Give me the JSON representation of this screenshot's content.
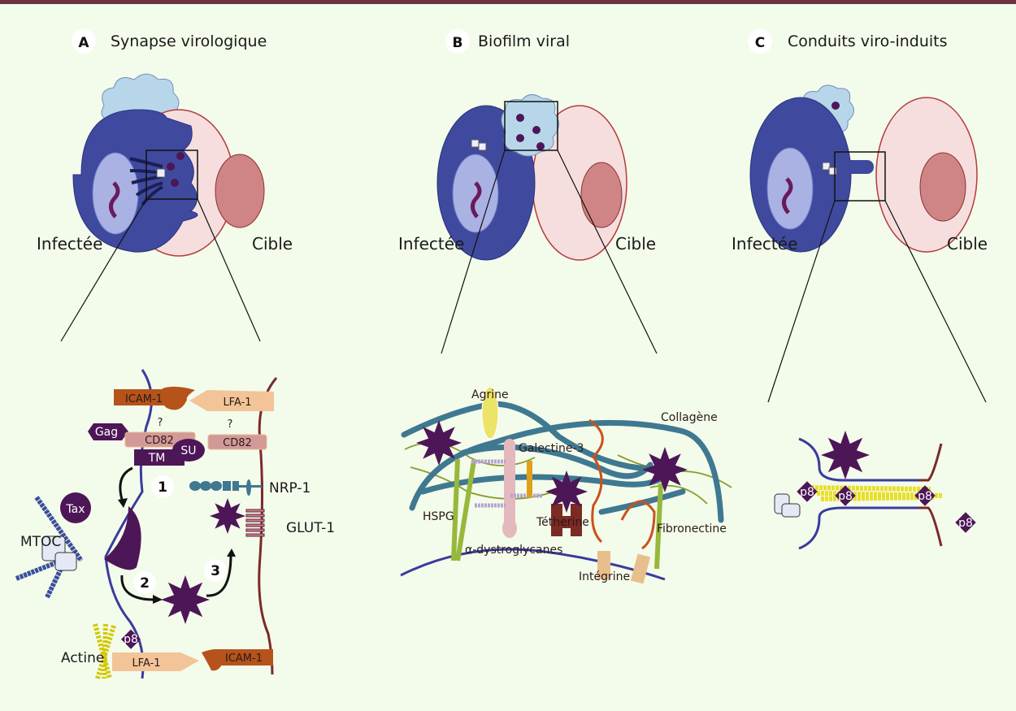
{
  "panels": [
    {
      "letter": "A",
      "title": "Synapse virologique",
      "infected": "Infectée",
      "target": "Cible"
    },
    {
      "letter": "B",
      "title": "Biofilm viral",
      "infected": "Infectée",
      "target": "Cible"
    },
    {
      "letter": "C",
      "title": "Conduits viro-induits",
      "infected": "Infectée",
      "target": "Cible"
    }
  ],
  "synapse_detail": {
    "icam_top": "ICAM-1",
    "lfa_top": "LFA-1",
    "question_left": "?",
    "question_right": "?",
    "gag": "Gag",
    "cd82_left": "CD82",
    "cd82_right": "CD82",
    "su": "SU",
    "tm": "TM",
    "step1": "1",
    "step2": "2",
    "step3": "3",
    "nrp1": "NRP-1",
    "glut1": "GLUT-1",
    "tax": "Tax",
    "mtoc": "MTOC",
    "actine": "Actine",
    "p8": "p8",
    "lfa_bottom": "LFA-1",
    "icam_bottom": "ICAM-1"
  },
  "biofilm_detail": {
    "agrine": "Agrine",
    "collagene": "Collagène",
    "galectine": "Galectine-3",
    "hspg": "HSPG",
    "tetherine": "Tétherine",
    "dystroglycanes": "α-dystroglycanes",
    "integrine": "Intégrine",
    "fibronectine": "Fibronectine"
  },
  "conduit_detail": {
    "p8_labels": [
      "p8",
      "p8",
      "p8",
      "p8"
    ]
  },
  "colors": {
    "background": "#f3fbea",
    "top_bar": "#6b3340",
    "infected_cell": "#3f4a9e",
    "infected_nucleus": "#a9b2e3",
    "target_cell": "#f6dede",
    "target_nucleus": "#cf8585",
    "virion": "#4d1657",
    "biofilm_cloud": "#b7d6ea",
    "collagen": "#3f7891",
    "membrane_infected": "#3b3b9e",
    "membrane_target": "#7a2a2a"
  }
}
